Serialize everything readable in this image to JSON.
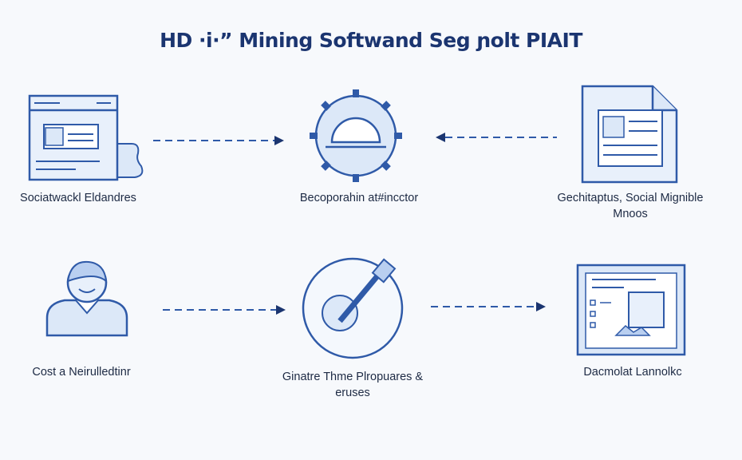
{
  "title": "HD ·i·” Mining Softwand Seg ɲolt PIAIT",
  "nodes": [
    {
      "icon": "browser-window-icon",
      "label": "Sociatwackl Eldandres"
    },
    {
      "icon": "gear-icon",
      "label": "Becoporahin at#incctor"
    },
    {
      "icon": "document-icon",
      "label": "Gechitaptus, Social Mignible Mnoos"
    },
    {
      "icon": "person-icon",
      "label": "Cost a Neirulledtinr"
    },
    {
      "icon": "magnifier-tool-icon",
      "label": "Ginatre Thme Plropuares & eruses"
    },
    {
      "icon": "dashboard-window-icon",
      "label": "Dacmolat Lannolkc"
    }
  ],
  "colors": {
    "stroke": "#2f5aa8",
    "fill": "#dce8f8",
    "title": "#1b3570"
  }
}
